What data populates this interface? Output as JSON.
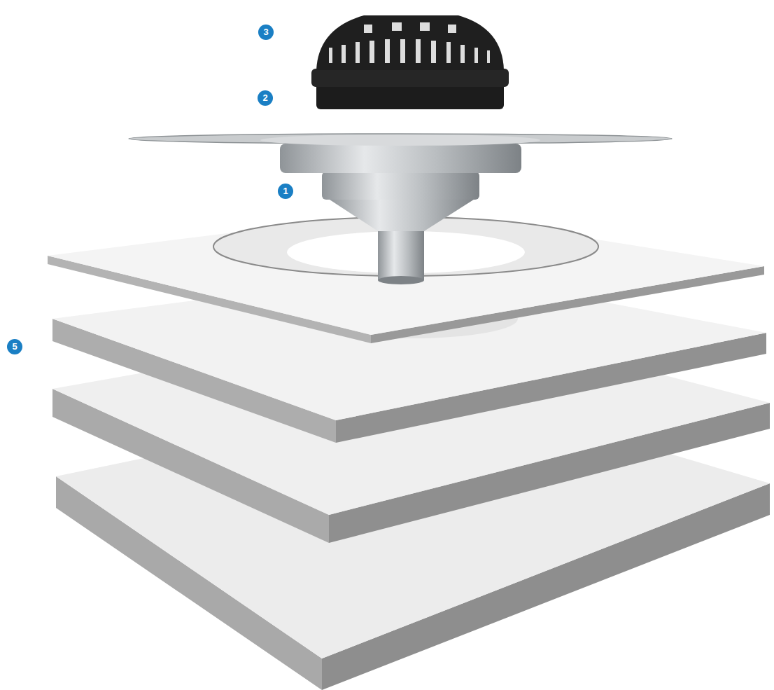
{
  "diagram": {
    "labels": [
      "3",
      "2",
      "1",
      "5"
    ]
  }
}
